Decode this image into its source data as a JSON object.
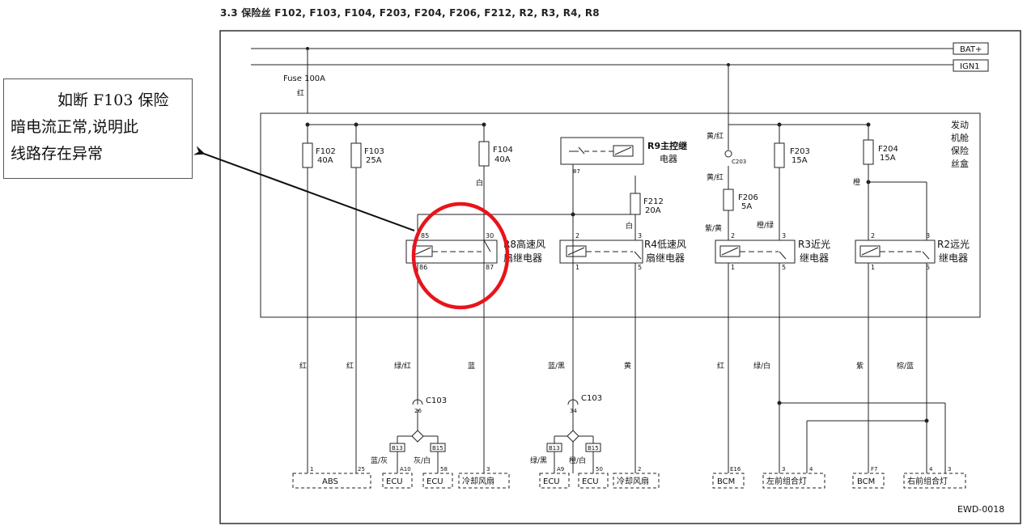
{
  "title": "3.3 保险丝 F102, F103, F104, F203, F204, F206, F212, R2, R3, R4, R8",
  "annotation": {
    "line1": "如断 F103 保险",
    "line2": "暗电流正常,说明此",
    "line3": "线路存在异常"
  },
  "rails": {
    "bat": "BAT+",
    "ign": "IGN1"
  },
  "main_fuse": {
    "label": "Fuse 100A",
    "wire": "红"
  },
  "box_label": [
    "发动",
    "机舱",
    "保险",
    "丝盒"
  ],
  "fuses": {
    "f102": {
      "name": "F102",
      "rating": "40A"
    },
    "f103": {
      "name": "F103",
      "rating": "25A"
    },
    "f104": {
      "name": "F104",
      "rating": "40A"
    },
    "f212": {
      "name": "F212",
      "rating": "20A"
    },
    "f206": {
      "name": "F206",
      "rating": "5A"
    },
    "f203": {
      "name": "F203",
      "rating": "15A"
    },
    "f204": {
      "name": "F204",
      "rating": "15A"
    }
  },
  "relays": {
    "r9": {
      "line1": "R9主控继",
      "line2": "电器",
      "pin": "87"
    },
    "r8": {
      "line1": "R8高速风",
      "line2": "扇继电器",
      "p85": "85",
      "p86": "86",
      "p30": "30",
      "p87": "87"
    },
    "r4": {
      "line1": "R4低速风",
      "line2": "扇继电器",
      "p2": "2",
      "p1": "1",
      "p3": "3",
      "p5": "5"
    },
    "r3": {
      "line1": "R3近光",
      "line2": "继电器",
      "p2": "2",
      "p1": "1",
      "p3": "3",
      "p5": "5"
    },
    "r2": {
      "line1": "R2远光",
      "line2": "继电器",
      "p2": "2",
      "p1": "1",
      "p3": "3",
      "p5": "5"
    }
  },
  "splice_c203": "C203",
  "inner_wires": {
    "bai1": "白",
    "bai2": "白",
    "huanghong1": "黄/红",
    "huanghong2": "黄/红",
    "ziHuang": "紫/黄",
    "chengLv": "橙/绿",
    "cheng": "橙"
  },
  "wire_colors": {
    "w1": "红",
    "w2": "红",
    "w3": "绿/红",
    "w4": "蓝",
    "w5": "蓝/黑",
    "w6": "黄",
    "w7": "红",
    "w8": "绿/白",
    "w9": "紫",
    "w10": "棕/蓝"
  },
  "c103": {
    "left": "C103",
    "left_pin": "26",
    "right": "C103",
    "right_pin": "34"
  },
  "bus_tags": {
    "b13a": "B13",
    "b15a": "B15",
    "b13b": "B13",
    "b15b": "B15"
  },
  "bottom_wires": {
    "lanHui": "蓝/灰",
    "huiBai": "灰/白",
    "lvHei": "绿/黑",
    "chengBai": "橙/白"
  },
  "pins": {
    "abs1": "1",
    "abs25": "25",
    "ecu10": "A10",
    "ecu58": "58",
    "fan3": "3",
    "ecu9": "A9",
    "ecu50": "50",
    "fan2": "2",
    "bcmE16": "E16",
    "lamp3": "3",
    "lamp4": "4",
    "bcmF7": "F7",
    "rlamp4": "4",
    "rlamp3": "3"
  },
  "components": {
    "abs": "ABS",
    "ecu1": "ECU",
    "ecu2": "ECU",
    "fan1": "冷却风扇",
    "ecu3": "ECU",
    "ecu4": "ECU",
    "fan2": "冷却风扇",
    "bcm1": "BCM",
    "lamp_left": "左前组合灯",
    "bcm2": "BCM",
    "lamp_right": "右前组合灯"
  },
  "doc_code": "EWD-0018",
  "colors": {
    "highlight": "#e8141b",
    "ink": "#1a1a1a"
  }
}
